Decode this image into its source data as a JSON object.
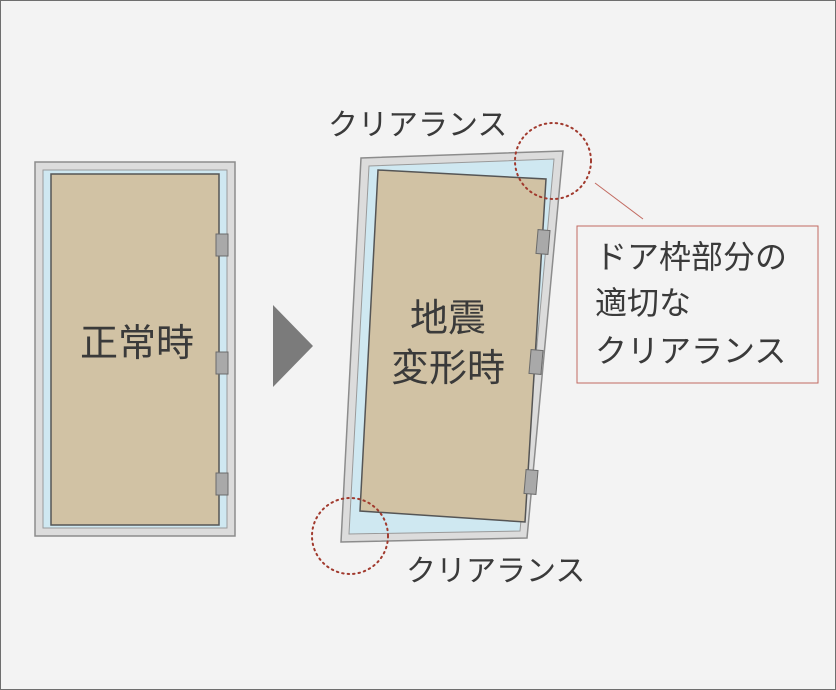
{
  "diagram": {
    "normal_door_label": "正常時",
    "quake_door_label_line1": "地震",
    "quake_door_label_line2": "変形時",
    "clearance_label_top": "クリアランス",
    "clearance_label_bottom": "クリアランス",
    "callout_line1": "ドア枠部分の",
    "callout_line2": "適切な",
    "callout_line3": "クリアランス",
    "arrow_icon": "triangle-right-icon",
    "colors": {
      "background": "#f3f3f3",
      "page_border": "#6e6e6e",
      "frame_fill": "#dcdcdc",
      "frame_stroke": "#8c8c8c",
      "gap_fill": "#cfe8f1",
      "door_fill": "#d1c2a4",
      "door_stroke": "#555555",
      "hinge_fill": "#a9a9a9",
      "arrow_fill": "#7b7b7b",
      "circle_stroke": "#a13a2e",
      "callout_border": "#c26a60",
      "text": "#3a3a3a"
    }
  }
}
